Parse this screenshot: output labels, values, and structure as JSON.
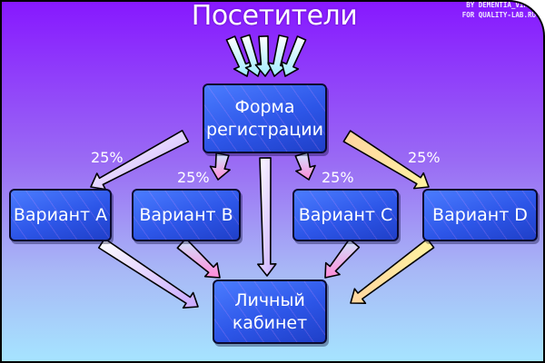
{
  "title": "Посетители",
  "credit": {
    "line1": "BY DEMENTIA_VIKKO",
    "line2": "FOR QUALITY-LAB.RU"
  },
  "nodes": {
    "form": "Форма регистрации",
    "a": "Вариант A",
    "b": "Вариант B",
    "c": "Вариант C",
    "d": "Вариант D",
    "cabinet": "Личный кабинет"
  },
  "splits": {
    "a": "25%",
    "b": "25%",
    "c": "25%",
    "d": "25%"
  }
}
